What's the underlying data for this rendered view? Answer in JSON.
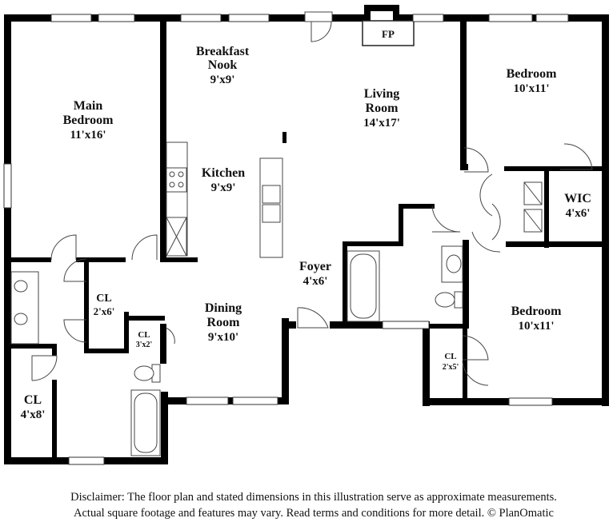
{
  "rooms": {
    "breakfast": {
      "name_l1": "Breakfast",
      "name_l2": "Nook",
      "dim": "9'x9'"
    },
    "living": {
      "name_l1": "Living",
      "name_l2": "Room",
      "dim": "14'x17'"
    },
    "bedroom_ne": {
      "name": "Bedroom",
      "dim": "10'x11'"
    },
    "main_bedroom": {
      "name_l1": "Main",
      "name_l2": "Bedroom",
      "dim": "11'x16'"
    },
    "kitchen": {
      "name": "Kitchen",
      "dim": "9'x9'"
    },
    "wic": {
      "name": "WIC",
      "dim": "4'x6'"
    },
    "foyer": {
      "name": "Foyer",
      "dim": "4'x6'"
    },
    "dining": {
      "name_l1": "Dining",
      "name_l2": "Room",
      "dim": "9'x10'"
    },
    "bedroom_se": {
      "name": "Bedroom",
      "dim": "10'x11'"
    },
    "closet_main": {
      "name": "CL",
      "dim": "2'x6'"
    },
    "closet_small": {
      "name": "CL",
      "dim": "3'x2'"
    },
    "closet_bed": {
      "name": "CL",
      "dim": "2'x5'"
    },
    "closet_sw": {
      "name": "CL",
      "dim": "4'x8'"
    }
  },
  "fireplace": "FP",
  "disclaimer": {
    "line1": "Disclaimer: The floor plan and stated dimensions in this illustration serve as approximate measurements.",
    "line2": "Actual square footage and features may vary. Read terms and conditions for more detail. © PlanOmatic"
  }
}
